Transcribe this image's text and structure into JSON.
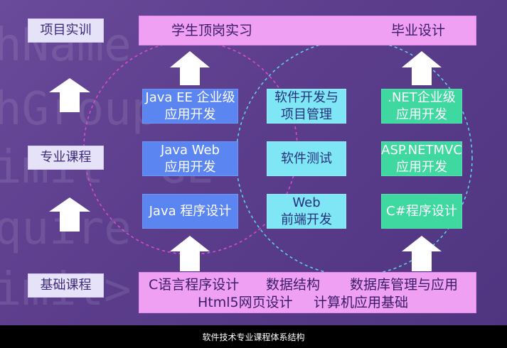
{
  "background_code": [
    "hName",
    "hGroup",
    "imit  GE",
    "quire",
    "imit>"
  ],
  "side_labels": {
    "practice": "项目实训",
    "professional": "专业课程",
    "foundation": "基础课程"
  },
  "top_bar": {
    "internship": "学生顶岗实习",
    "graduation": "毕业设计"
  },
  "java_track": [
    {
      "line1": "Java EE 企业级",
      "line2": "应用开发"
    },
    {
      "line1": "Java Web",
      "line2": "应用开发"
    },
    {
      "line1": "Java 程序设计",
      "line2": ""
    }
  ],
  "common_track": [
    {
      "line1": "软件开发与",
      "line2": "项目管理"
    },
    {
      "line1": "软件测试",
      "line2": ""
    },
    {
      "line1": "Web",
      "line2": "前端开发"
    }
  ],
  "net_track": [
    {
      "line1": ".NET企业级",
      "line2": "应用开发"
    },
    {
      "line1": "ASP.NETMVC",
      "line2": "应用开发"
    },
    {
      "line1": "C#程序设计",
      "line2": ""
    }
  ],
  "foundation_courses": {
    "c_programming": "C语言程序设计",
    "data_structures": "数据结构",
    "database": "数据库管理与应用",
    "html5": "Html5网页设计",
    "computer_basics": "计算机应用基础"
  },
  "caption": "软件技术专业课程体系结构",
  "colors": {
    "background": "#5b3d8c",
    "label_box": "#e6e2f8",
    "pink_bar": "#f0a0f2",
    "java_blue": "#5b86f2",
    "common_cyan": "#7fe6f6",
    "net_green": "#3ed8a0",
    "java_circle": "#e04bd0",
    "net_circle": "#5fd6ef",
    "arrow": "#ffffff"
  }
}
